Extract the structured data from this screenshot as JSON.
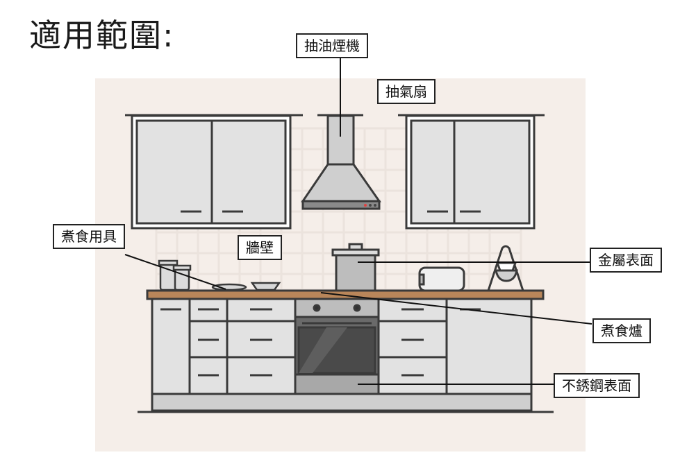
{
  "title": "適用範圍:",
  "labels": {
    "range_hood": "抽油煙機",
    "exhaust_fan": "抽氣扇",
    "cookware": "煮食用具",
    "wall": "牆壁",
    "metal_surface": "金屬表面",
    "stove": "煮食爐",
    "stainless_surface": "不銹鋼表面"
  },
  "colors": {
    "background_panel": "#f5eee9",
    "cabinet": "#e2e2e2",
    "outline": "#3a3a3a",
    "countertop": "#b9865a",
    "oven_glass": "#555555"
  }
}
